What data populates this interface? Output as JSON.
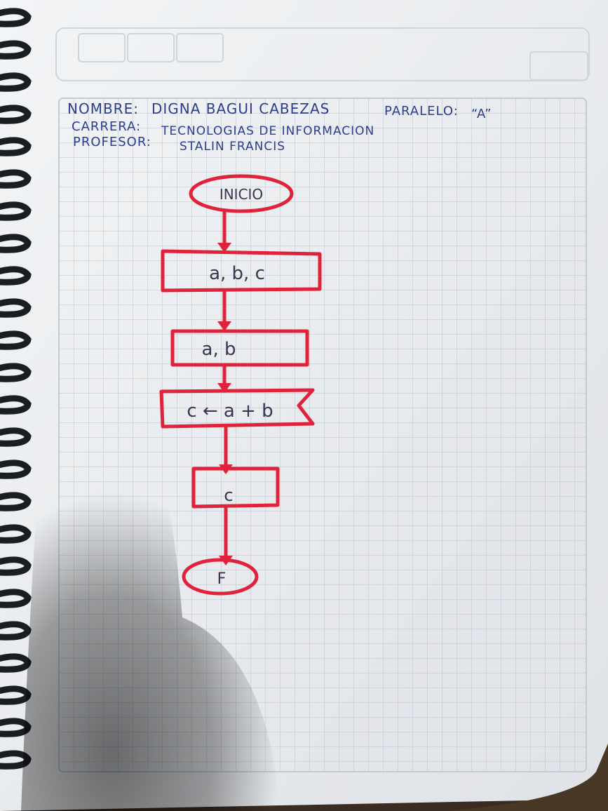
{
  "header": {
    "nombre_label": "NOMBRE:",
    "nombre_value": "DIGNA BAGUI CABEZAS",
    "paralelo_label": "PARALELO:",
    "paralelo_value": "“A”",
    "carrera_label": "CARRERA:",
    "carrera_value": "TECNOLOGIAS DE INFORMACION",
    "profesor_label": "PROFESOR:",
    "profesor_value": "STALIN FRANCIS"
  },
  "flowchart": {
    "start": "INICIO",
    "input": "a, b, c",
    "read": "a, b",
    "process": "c ← a + b",
    "output": "c",
    "end": "F"
  },
  "colors": {
    "ink_blue": "#2b3d8f",
    "ink_red": "#e0233a",
    "paper": "#eef0f2",
    "grid": "#b9c3d0"
  }
}
